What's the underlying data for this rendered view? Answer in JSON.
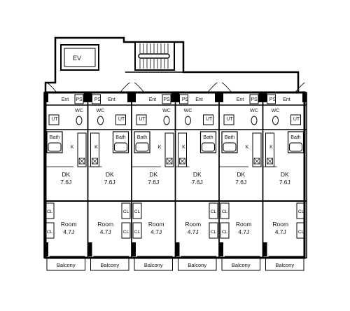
{
  "core": {
    "ev_label": "EV"
  },
  "room_labels": {
    "entrance": "Ent",
    "pipe_shaft": "PS",
    "utility": "UT",
    "toilet": "WC",
    "bath": "Bath",
    "kitchen": "K",
    "closet": "CL",
    "balcony": "Balcony"
  },
  "units": [
    {
      "dk_name": "DK",
      "dk_size": "7.6J",
      "room_name": "Room",
      "room_size": "4.7J"
    },
    {
      "dk_name": "DK",
      "dk_size": "7.6J",
      "room_name": "Room",
      "room_size": "4.7J"
    },
    {
      "dk_name": "DK",
      "dk_size": "7.6J",
      "room_name": "Room",
      "room_size": "4.7J"
    },
    {
      "dk_name": "DK",
      "dk_size": "7.6J",
      "room_name": "Room",
      "room_size": "4.7J"
    },
    {
      "dk_name": "DK",
      "dk_size": "7.6J",
      "room_name": "Room",
      "room_size": "4.7J"
    },
    {
      "dk_name": "DK",
      "dk_size": "7.6J",
      "room_name": "Room",
      "room_size": "4.7J"
    }
  ]
}
